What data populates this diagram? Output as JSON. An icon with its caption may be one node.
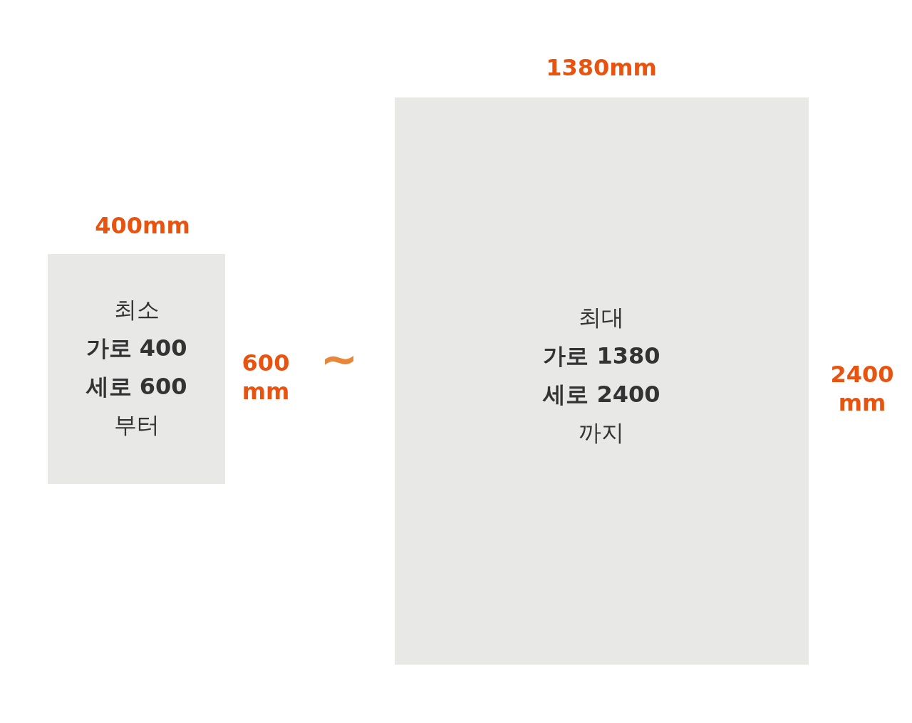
{
  "diagram": {
    "nodes": [
      {
        "text": [
          "최소",
          "가로 400",
          "세로 600",
          "부터"
        ]
      },
      {
        "text": [
          "최대",
          "가로 1380",
          "세로 2400",
          "까지"
        ]
      }
    ],
    "labels": [
      "400mm",
      "600 mm",
      "~",
      "1380mm",
      "2400 mm"
    ]
  }
}
